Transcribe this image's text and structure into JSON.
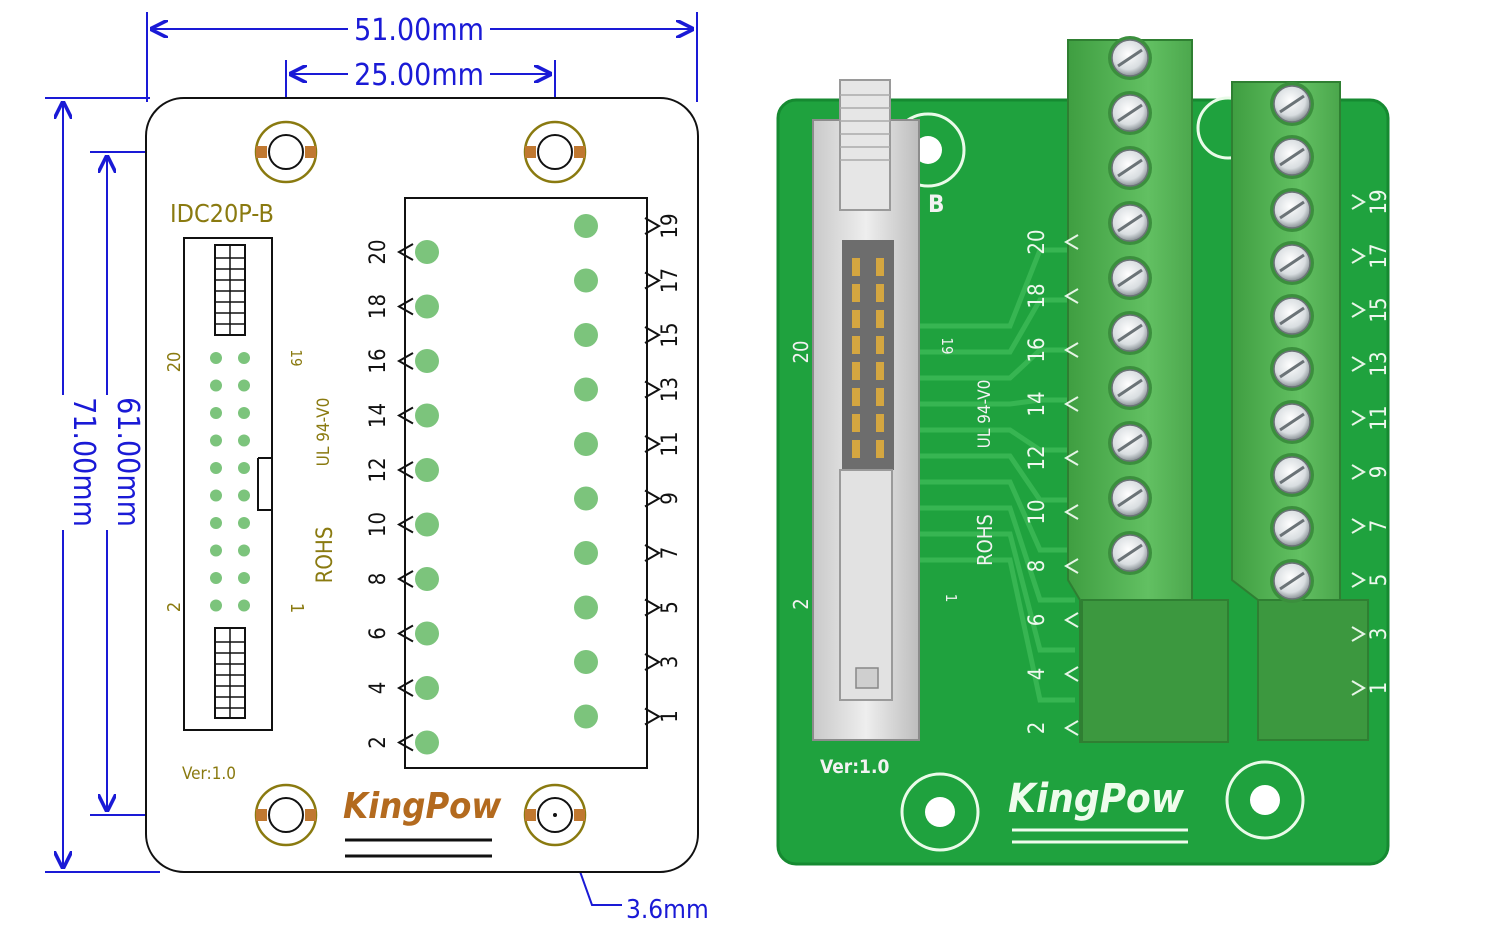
{
  "dimensions": {
    "width_total": "51.00mm",
    "hole_spacing": "25.00mm",
    "height_total": "71.00mm",
    "hole_vertical": "61.00mm",
    "hole_diameter": "3.6mm"
  },
  "board": {
    "model": "IDC20P-B",
    "version": "Ver:1.0",
    "brand": "KingPow",
    "rohs": "ROHS",
    "ul": "UL 94-V0",
    "idc_label_top_left": "20",
    "idc_label_top_right": "19",
    "idc_label_bottom_left": "2",
    "idc_label_bottom_right": "1",
    "even_pins": [
      "20",
      "18",
      "16",
      "14",
      "12",
      "10",
      "8",
      "6",
      "4",
      "2"
    ],
    "odd_pins": [
      "19",
      "17",
      "15",
      "13",
      "11",
      "9",
      "7",
      "5",
      "3",
      "1"
    ]
  },
  "photo": {
    "model_partial": "B",
    "version": "Ver:1.0",
    "brand": "KingPow",
    "rohs": "ROHS",
    "ul": "UL 94-V0",
    "label_20": "20",
    "label_2": "2",
    "label_19": "19",
    "label_1": "1"
  },
  "colors": {
    "dimension": "#1a1ad6",
    "silkscreen": "#8a7a10",
    "pad": "#7cc47c",
    "pcb": "#1fa23e",
    "terminal": "#4cae4c",
    "brand": "#b36a1e",
    "hole_ring": "#c07830"
  }
}
